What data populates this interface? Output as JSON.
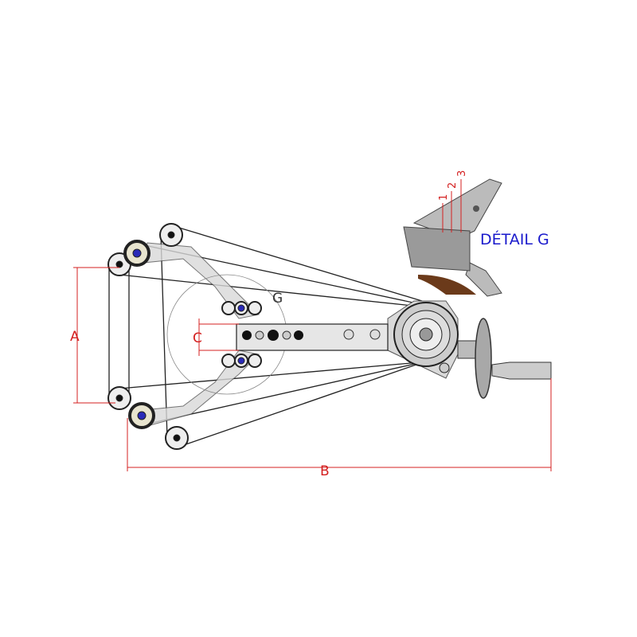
{
  "dimensions": {
    "a": "A",
    "b": "B",
    "c": "C"
  },
  "callout": {
    "g": "G"
  },
  "detail": {
    "title": "DÉTAIL G",
    "marks": [
      "1",
      "2",
      "3"
    ]
  },
  "colors": {
    "dimension": "#d42020",
    "detail_title": "#1a1acc",
    "bearing_hub": "#2a2ab8",
    "body": "#d6d6d6"
  }
}
